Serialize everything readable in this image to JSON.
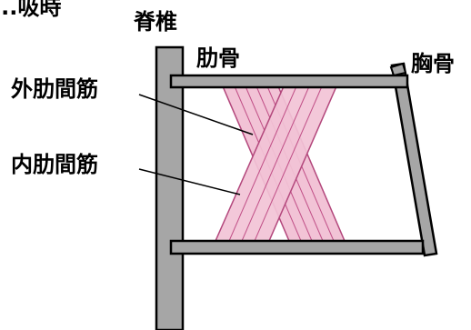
{
  "labels": {
    "top_left_fragment": "...吸時",
    "spine": "脊椎",
    "rib": "肋骨",
    "sternum": "胸骨",
    "external_intercostal": "外肋間筋",
    "internal_intercostal": "内肋間筋"
  },
  "colors": {
    "bone_fill": "#a6a6a6",
    "outline": "#000000",
    "muscle_fill": "#f2c3d6",
    "muscle_stroke": "#b3477c",
    "fiber_line": "#c04e86"
  }
}
